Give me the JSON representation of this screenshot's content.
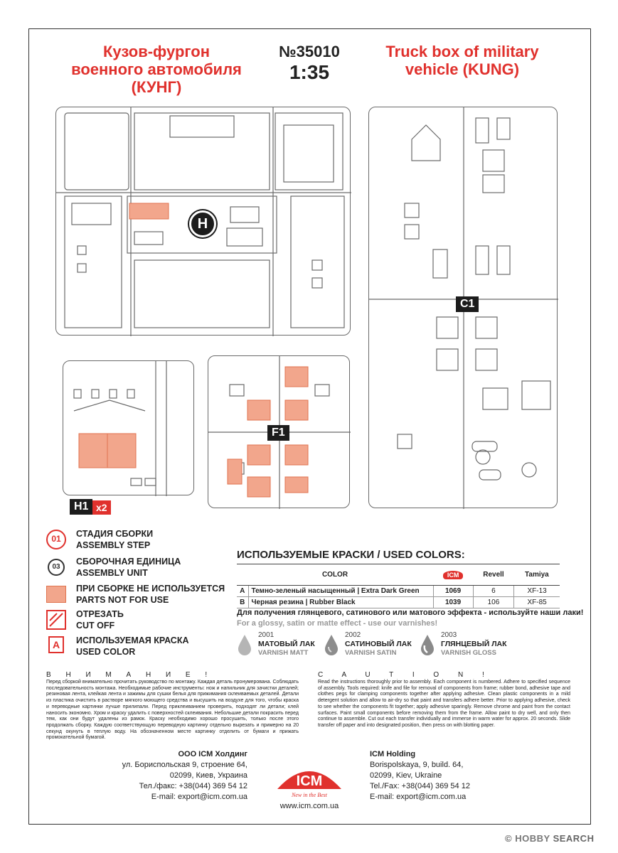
{
  "header": {
    "title_ru": "Кузов-фургон военного автомобиля (КУНГ)",
    "kit_number": "№35010",
    "scale": "1:35",
    "title_en": "Truck box of military vehicle (KUNG)"
  },
  "sprues": {
    "h_label": "H",
    "c1_label": "C1",
    "f1_label": "F1",
    "h1_label": "H1",
    "h1_multiplier": "x2"
  },
  "legend": [
    {
      "icon": "01",
      "ru": "СТАДИЯ СБОРКИ",
      "en": "ASSEMBLY STEP"
    },
    {
      "icon": "03",
      "ru": "СБОРОЧНАЯ ЕДИНИЦА",
      "en": "ASSEMBLY UNIT"
    },
    {
      "icon": "",
      "ru": "ПРИ СБОРКЕ НЕ ИСПОЛЬЗУЕТСЯ",
      "en": "PARTS NOT FOR USE"
    },
    {
      "icon": "",
      "ru": "ОТРЕЗАТЬ",
      "en": "CUT OFF"
    },
    {
      "icon": "A",
      "ru": "ИСПОЛЬЗУЕМАЯ КРАСКА",
      "en": "USED COLOR"
    }
  ],
  "colors": {
    "title": "ИСПОЛЬЗУЕМЫЕ КРАСКИ / USED COLORS:",
    "headers": {
      "color": "COLOR",
      "icm": "ICM",
      "revell": "Revell",
      "tamiya": "Tamiya"
    },
    "rows": [
      {
        "letter": "A",
        "name": "Темно-зеленый насыщенный | Extra Dark Green",
        "icm": "1069",
        "revell": "6",
        "tamiya": "XF-13"
      },
      {
        "letter": "B",
        "name": "Черная резина | Rubber Black",
        "icm": "1039",
        "revell": "106",
        "tamiya": "XF-85"
      }
    ]
  },
  "varnish": {
    "note_ru": "Для получения глянцевого, сатинового или матового эффекта - используйте наши лаки!",
    "note_en": "For a glossy, satin or matte effect - use our varnishes!",
    "items": [
      {
        "code": "2001",
        "ru": "МАТОВЫЙ ЛАК",
        "en": "VARNISH MATT"
      },
      {
        "code": "2002",
        "ru": "САТИНОВЫЙ ЛАК",
        "en": "VARNISH SATIN"
      },
      {
        "code": "2003",
        "ru": "ГЛЯНЦЕВЫЙ ЛАК",
        "en": "VARNISH GLOSS"
      }
    ]
  },
  "caution": {
    "head_ru": "В Н И М А Н И Е !",
    "text_ru": "Перед сборкой внимательно прочитать руководство по монтажу. Каждая деталь пронумерована. Соблюдать последовательность монтажа. Необходимые рабочие инструменты: нож и напильник для зачистки деталей; резиновая лента, клейкая лента и зажимы для сушки белья для прижимания склеиваемых деталей. Детали из пластика очистить в растворе мягкого моющего средства и высушить на воздухе для того, чтобы краска и переводные картинки лучше прилипали. Перед приклеиванием проверить, подходят ли детали; клей наносить экономно. Хром и краску удалить с поверхностей склеивания. Небольшие детали покрасить перед тем, как они будут удалены из рамок. Краску необходимо хорошо просушить, только после этого продолжать сборку. Каждую соответствующую переводную картинку отдельно вырезать и примерно на 20 секунд окунуть в теплую воду. На обозначенном месте картинку отделить от бумаги и прижать промокательной бумагой.",
    "head_en": "C A U T I O N !",
    "text_en": "Read the instructions thoroughly prior to assembly. Each component is numbered. Adhere to specified sequence of assembly. Tools required: knife and file for removal of components from frame; rubber bond, adhesive tape and clothes pegs for clamping components together after applying adhesive. Clean plastic components in a mild detergent solution and allow to air-dry so that paint and transfers adhere better. Prior to applying adhesive, check to see whether the components fit together; apply adhesive sparingly. Remove chrome and paint from the contact surfaces. Paint small components before removing them from the frame. Allow paint to dry well, and only then continue to assemble. Cut out each transfer individually and immerse in warm water for approx. 20 seconds. Slide transfer off paper and into designated position, then press on with blotting paper."
  },
  "contacts": {
    "ru": {
      "company": "ООО ICM Холдинг",
      "line1": "ул. Бориспольская 9, строение 64,",
      "line2": "02099, Киев, Украина",
      "line3": "Тел./факс: +38(044) 369 54 12",
      "line4": "E-mail: export@icm.com.ua"
    },
    "en": {
      "company": "ICM Holding",
      "line1": "Borispolskaya, 9, build. 64,",
      "line2": "02099, Kiev, Ukraine",
      "line3": "Tel./Fax: +38(044) 369 54 12",
      "line4": "E-mail: export@icm.com.ua"
    },
    "logo_text": "ICM",
    "logo_slogan": "New in the Best",
    "website": "www.icm.com.ua"
  },
  "watermark": {
    "hobby": "HOBBY",
    "search": "SEARCH",
    "mark": "©"
  },
  "colors_palette": {
    "accent": "#e0312d",
    "not_for_use": "#f2a68c",
    "line": "#6a6a6a"
  }
}
